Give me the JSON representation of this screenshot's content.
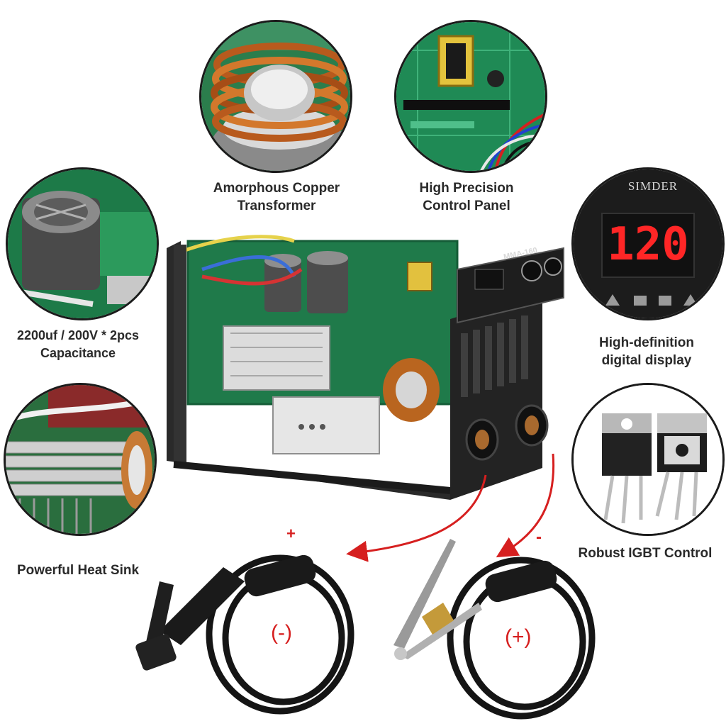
{
  "captions": {
    "transformer": [
      "Amorphous Copper",
      "Transformer"
    ],
    "control_panel": [
      "High Precision",
      "Control Panel"
    ],
    "capacitance": [
      "2200uf / 200V * 2pcs",
      "Capacitance"
    ],
    "display": [
      "High-definition",
      "digital display"
    ],
    "heat_sink": "Powerful Heat Sink",
    "igbt": "Robust IGBT Control"
  },
  "brand": "SIMDER",
  "display_value": "120",
  "model_label": "MMA-160",
  "polarity": {
    "arrow_left": "+",
    "arrow_right": "-",
    "holder": "(-)",
    "clamp": "(+)"
  },
  "colors": {
    "accent_red": "#d61f1f",
    "pcb_green": "#1f7a4a",
    "frame_black": "#1b1b1b",
    "copper": "#c26a2a"
  }
}
